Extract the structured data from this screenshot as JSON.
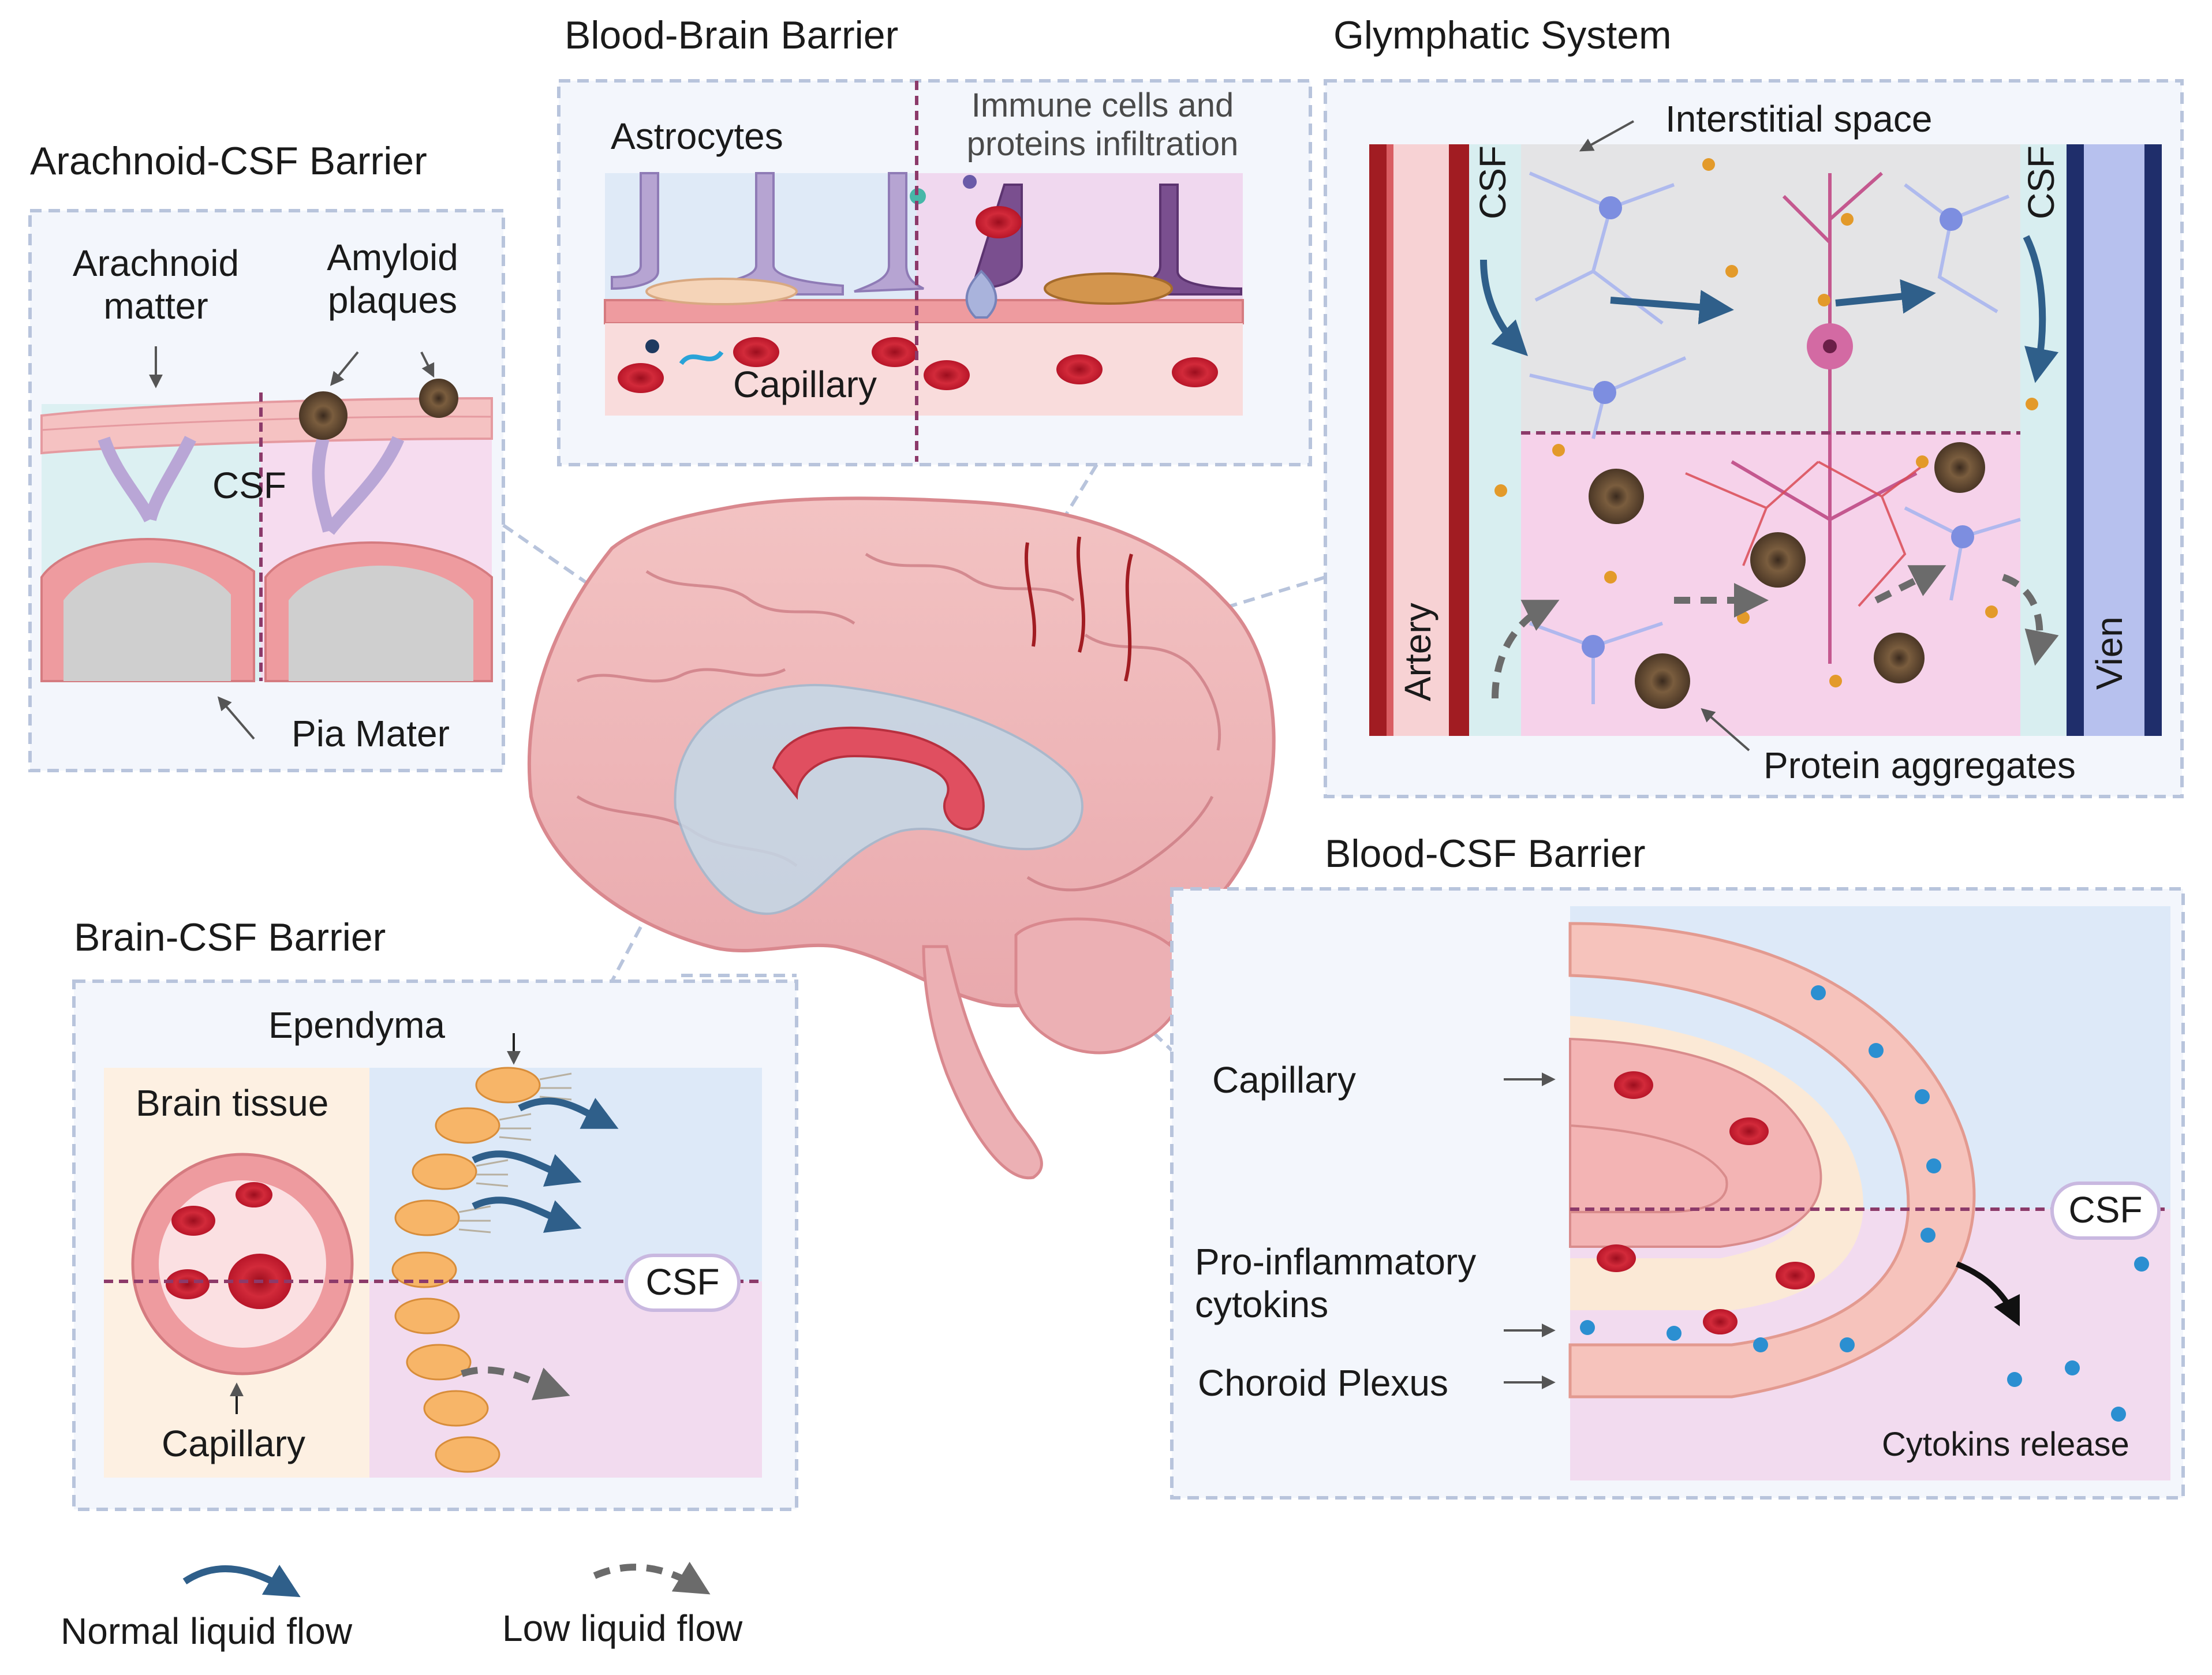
{
  "panels": {
    "arachnoid": {
      "title": "Arachnoid-CSF Barrier",
      "arachnoid_matter": "Arachnoid\nmatter",
      "amyloid_plaques": "Amyloid\nplaques",
      "csf": "CSF",
      "pia_mater": "Pia Mater"
    },
    "bbb": {
      "title": "Blood-Brain Barrier",
      "astrocytes": "Astrocytes",
      "immune": "Immune cells and\nproteins infiltration",
      "capillary": "Capillary"
    },
    "glymphatic": {
      "title": "Glymphatic System",
      "interstitial": "Interstitial space",
      "csf_left": "CSF",
      "csf_right": "CSF",
      "artery": "Artery",
      "vein": "Vien",
      "protein_aggregates": "Protein aggregates"
    },
    "brain_csf": {
      "title": "Brain-CSF Barrier",
      "ependyma": "Ependyma",
      "brain_tissue": "Brain tissue",
      "csf": "CSF",
      "capillary": "Capillary"
    },
    "blood_csf": {
      "title": "Blood-CSF Barrier",
      "capillary": "Capillary",
      "pro_inflammatory": "Pro-inflammatory\ncytokins",
      "choroid": "Choroid Plexus",
      "csf": "CSF",
      "cytokins_release": "Cytokins release"
    }
  },
  "legend": {
    "normal": "Normal liquid flow",
    "low": "Low liquid flow"
  },
  "colors": {
    "panel_border": "#b8c4dc",
    "healthy_bg": "#dff0f4",
    "disease_bg": "#f6dcef",
    "flow_arrow": "#2f5f8a",
    "low_flow": "#6b6b6b",
    "divider": "#8c3a6a"
  }
}
